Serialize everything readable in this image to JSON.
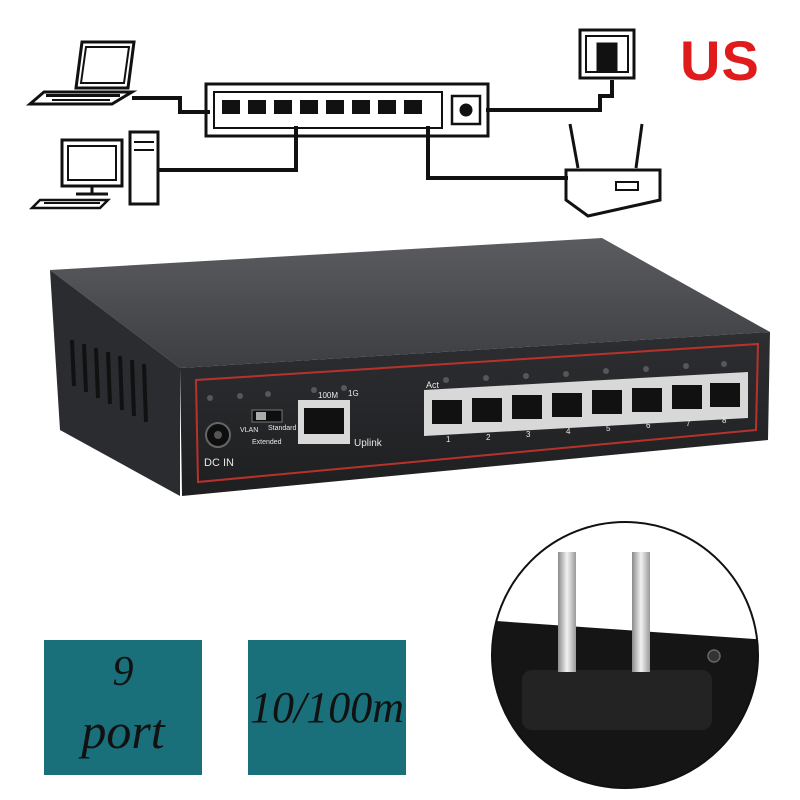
{
  "region_label": "US",
  "labels": {
    "port_count_line1": "9",
    "port_count_line2": "port",
    "speed": "10/100m"
  },
  "device": {
    "dc_label": "DC  IN",
    "switch_label_left": "VLAN",
    "switch_label_right": "Standard",
    "switch_label_bottom": "Extended",
    "uplink_label": "Uplink",
    "uplink_led_100": "100M",
    "uplink_led_1g": "1G",
    "act_label": "Act",
    "port_numbers": [
      "1",
      "2",
      "3",
      "4",
      "5",
      "6",
      "7",
      "8"
    ]
  },
  "colors": {
    "region_label": "#e01b1b",
    "label_box": "#19707a",
    "device_body": "#3a3b3e",
    "accent_line": "#b8322c"
  },
  "icons": [
    "laptop-icon",
    "desktop-pc-icon",
    "switch-icon",
    "power-outlet-icon",
    "wifi-router-icon",
    "us-plug-icon"
  ]
}
